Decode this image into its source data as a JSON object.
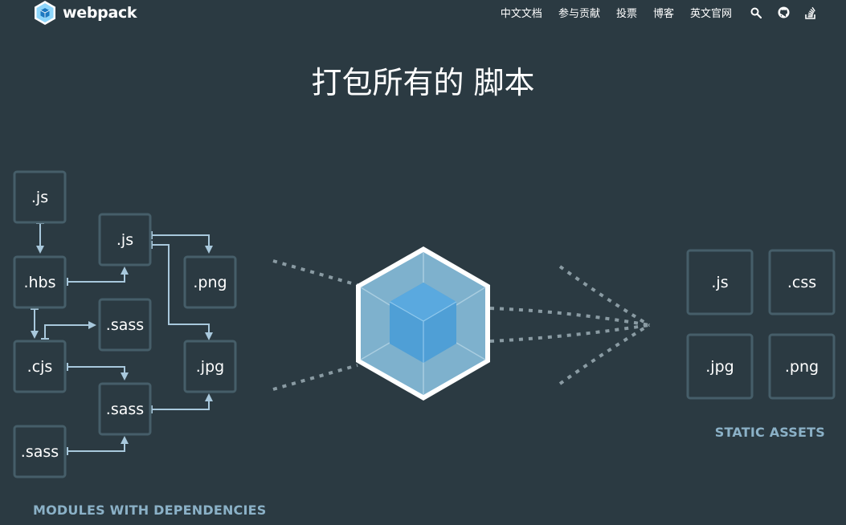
{
  "header": {
    "logo_text": "webpack",
    "nav": [
      "中文文档",
      "参与贡献",
      "投票",
      "博客",
      "英文官网"
    ],
    "icons": [
      "search-icon",
      "github-icon",
      "stackoverflow-icon"
    ]
  },
  "hero": {
    "title": "打包所有的 脚本"
  },
  "modules": {
    "label": "MODULES WITH DEPENDENCIES",
    "files": [
      ".js",
      ".js",
      ".hbs",
      ".png",
      ".sass",
      ".cjs",
      ".jpg",
      ".sass",
      ".sass"
    ]
  },
  "assets": {
    "label": "STATIC ASSETS",
    "files": [
      ".js",
      ".css",
      ".jpg",
      ".png"
    ]
  },
  "colors": {
    "background": "#2b3a42",
    "box_border": "#465e69",
    "connector": "#a8c8dc",
    "cube_outer": "#8ed6fb",
    "cube_inner": "#1c78c0",
    "label": "#8bb1c7"
  }
}
